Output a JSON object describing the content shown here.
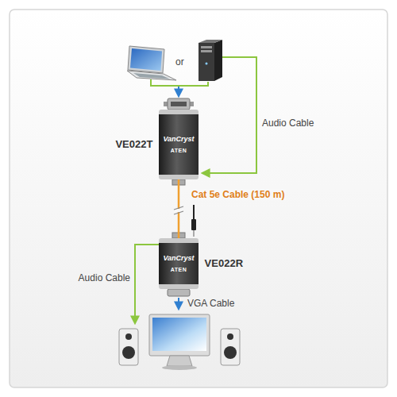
{
  "diagram": {
    "nodes": [
      {
        "text": [
          "VanCryst",
          "ATEN",
          "VE022T"
        ]
      },
      {
        "text": [
          "VanCryst",
          "ATEN",
          "VE022R"
        ]
      }
    ],
    "edges": [
      {
        "from": 0,
        "to": 1,
        "arrow": "none",
        "label": "Cat 5e Cable (150 m)"
      }
    ],
    "labels": [
      "or",
      "Audio Cable",
      "Audio Cable",
      "VGA Cable"
    ]
  }
}
